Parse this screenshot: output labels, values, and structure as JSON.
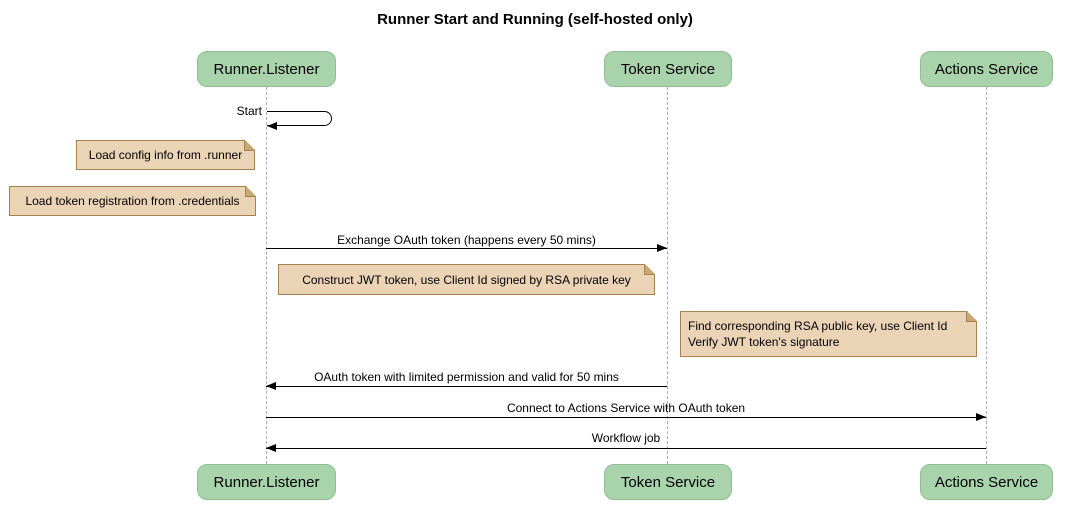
{
  "title": "Runner Start and Running (self-hosted only)",
  "participants": {
    "runner_listener": "Runner.Listener",
    "token_service": "Token Service",
    "actions_service": "Actions Service"
  },
  "messages": {
    "start": "Start",
    "exchange": "Exchange OAuth token (happens every 50 mins)",
    "oauth_return": "OAuth token with limited permission and valid for 50 mins",
    "connect": "Connect to Actions Service with OAuth token",
    "workflow": "Workflow job"
  },
  "notes": {
    "load_config": "Load config info from .runner",
    "load_token": "Load token registration from .credentials",
    "construct_jwt": "Construct JWT token, use Client Id signed by RSA private key",
    "find_rsa_line1": "Find corresponding RSA public key, use Client Id",
    "find_rsa_line2": "Verify JWT token's signature"
  },
  "colors": {
    "participant_fill": "#a8d3ab",
    "participant_border": "#8fbe93",
    "note_fill": "#ebd3b6",
    "note_border": "#a5824f",
    "note_fold": "#c9a876",
    "lifeline": "#adadad",
    "message_line": "#000000"
  }
}
